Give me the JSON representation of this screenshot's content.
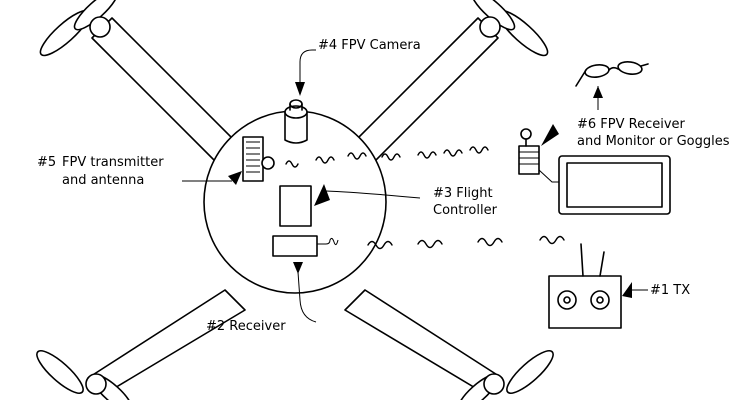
{
  "labels": {
    "camera": "#4 FPV Camera",
    "fpv_receiver_line1": "#6 FPV Receiver",
    "fpv_receiver_line2": "and Monitor or Goggles",
    "transmitter_num": "#5",
    "transmitter_line1": "FPV transmitter",
    "transmitter_line2": "and antenna",
    "flight_line1": "#3 Flight",
    "flight_line2": "Controller",
    "receiver": "#2 Receiver",
    "tx": "#1 TX"
  }
}
